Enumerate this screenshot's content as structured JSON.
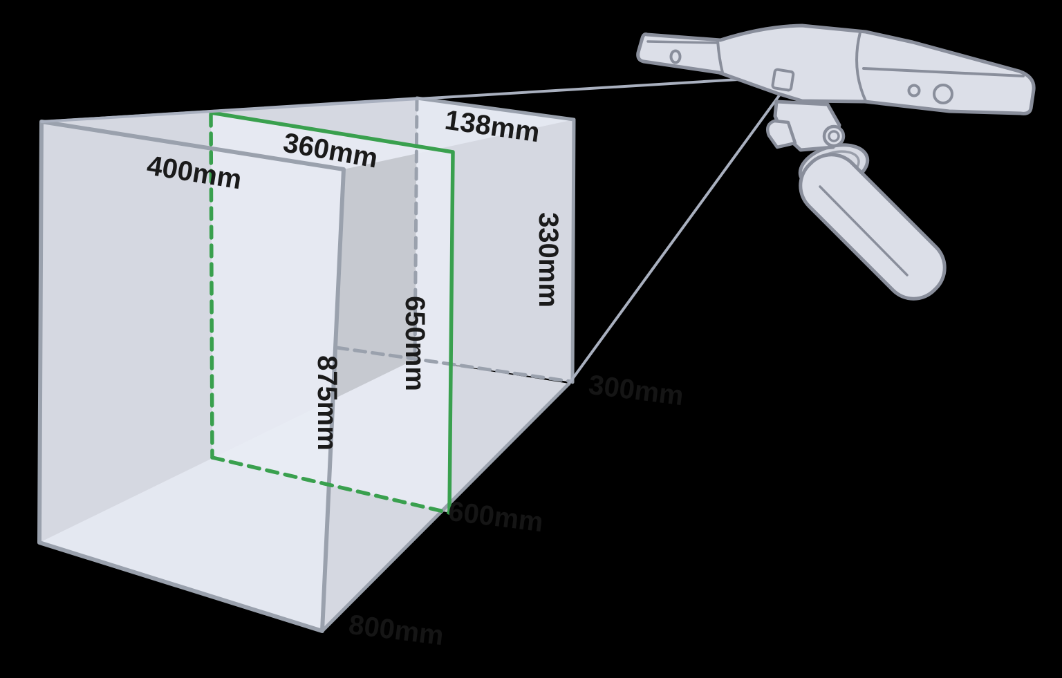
{
  "diagram": {
    "type": "3d-scanner-field-of-view-diagram",
    "device_icon": "3d-scanner-on-grip-illustration",
    "planes": {
      "far": {
        "width_label": "400mm",
        "height_label": "875mm",
        "distance_label": "800mm"
      },
      "optimal": {
        "width_label": "360mm",
        "height_label": "650mm",
        "distance_label": "600mm"
      },
      "near": {
        "width_label": "138mm",
        "height_label": "330mm",
        "distance_label": "300mm"
      }
    },
    "colors": {
      "background": "#000000",
      "plane_fill": "#e5e8f2",
      "plane_edge": "#9aa1ad",
      "optimal_plane_edge": "#39a04e",
      "frustum_line": "#a9b0bf",
      "label_text": "#1a1a1a",
      "distance_label_text": "#151515",
      "device_fill": "#dcdfe8",
      "device_outline": "#898e9b"
    }
  }
}
